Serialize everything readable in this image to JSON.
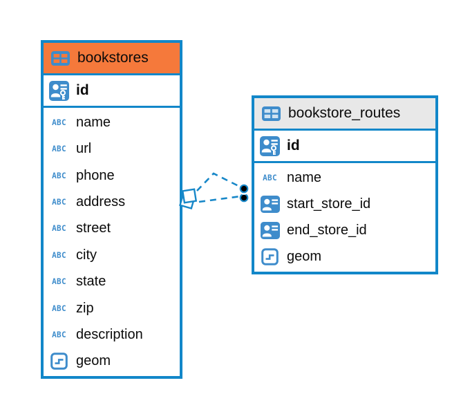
{
  "diagram": {
    "tables": [
      {
        "name": "bookstores",
        "header_color": "#F5793B",
        "columns": [
          {
            "name": "id",
            "type": "primary-key"
          },
          {
            "name": "name",
            "type": "text"
          },
          {
            "name": "url",
            "type": "text"
          },
          {
            "name": "phone",
            "type": "text"
          },
          {
            "name": "address",
            "type": "text"
          },
          {
            "name": "street",
            "type": "text"
          },
          {
            "name": "city",
            "type": "text"
          },
          {
            "name": "state",
            "type": "text"
          },
          {
            "name": "zip",
            "type": "text"
          },
          {
            "name": "description",
            "type": "text"
          },
          {
            "name": "geom",
            "type": "geometry"
          }
        ]
      },
      {
        "name": "bookstore_routes",
        "header_color": "#E8E8E8",
        "columns": [
          {
            "name": "id",
            "type": "primary-key"
          },
          {
            "name": "name",
            "type": "text"
          },
          {
            "name": "start_store_id",
            "type": "reference"
          },
          {
            "name": "end_store_id",
            "type": "reference"
          },
          {
            "name": "geom",
            "type": "geometry"
          }
        ]
      }
    ],
    "relationships": [
      {
        "from_table": "bookstore_routes",
        "from_column": "start_store_id",
        "to_table": "bookstores",
        "to_column": "id",
        "style": "dashed"
      },
      {
        "from_table": "bookstore_routes",
        "from_column": "end_store_id",
        "to_table": "bookstores",
        "to_column": "id",
        "style": "dashed"
      }
    ],
    "colors": {
      "table_border": "#1287C9",
      "icon_blue": "#3E8CCB",
      "relationship_line": "#1787C8",
      "header_orange": "#F5793B",
      "header_gray": "#E8E8E8",
      "background": "#FFFFFF"
    },
    "icons": {
      "text_type_glyph": "ABC"
    }
  }
}
